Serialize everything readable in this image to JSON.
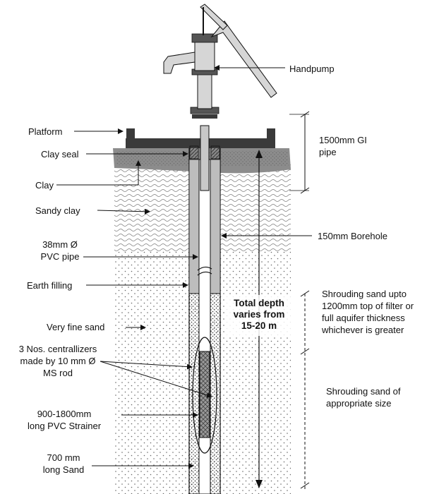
{
  "labels": {
    "handpump": "Handpump",
    "platform": "Platform",
    "clay_seal": "Clay seal",
    "clay": "Clay",
    "sandy_clay": "Sandy clay",
    "pvc_pipe_line1": "38mm Ø",
    "pvc_pipe_line2": "PVC pipe",
    "earth_filling": "Earth filling",
    "very_fine_sand": "Very fine sand",
    "centralizers_line1": "3 Nos. centrallizers",
    "centralizers_line2": "made by 10 mm Ø",
    "centralizers_line3": "MS rod",
    "strainer_line1": "900-1800mm",
    "strainer_line2": "long PVC Strainer",
    "sand_line1": "700 mm",
    "sand_line2": "long Sand",
    "gi_pipe_line1": "1500mm GI",
    "gi_pipe_line2": "pipe",
    "borehole": "150mm Borehole",
    "total_depth_line1": "Total depth",
    "total_depth_line2": "varies from",
    "total_depth_line3": "15-20 m",
    "shrouding_top_line1": "Shrouding sand upto",
    "shrouding_top_line2": "1200mm top of filter or",
    "shrouding_top_line3": "full aquifer thickness",
    "shrouding_top_line4": "whichever is greater",
    "shrouding_bottom_line1": "Shrouding sand of",
    "shrouding_bottom_line2": "appropriate size"
  },
  "colors": {
    "line": "#111111",
    "platform": "#3a3a3a",
    "ground": "#8c8c8c",
    "clay": "#dcdcdc",
    "pipe": "#c8c8c8",
    "earth_fill": "#bdbdbd"
  }
}
